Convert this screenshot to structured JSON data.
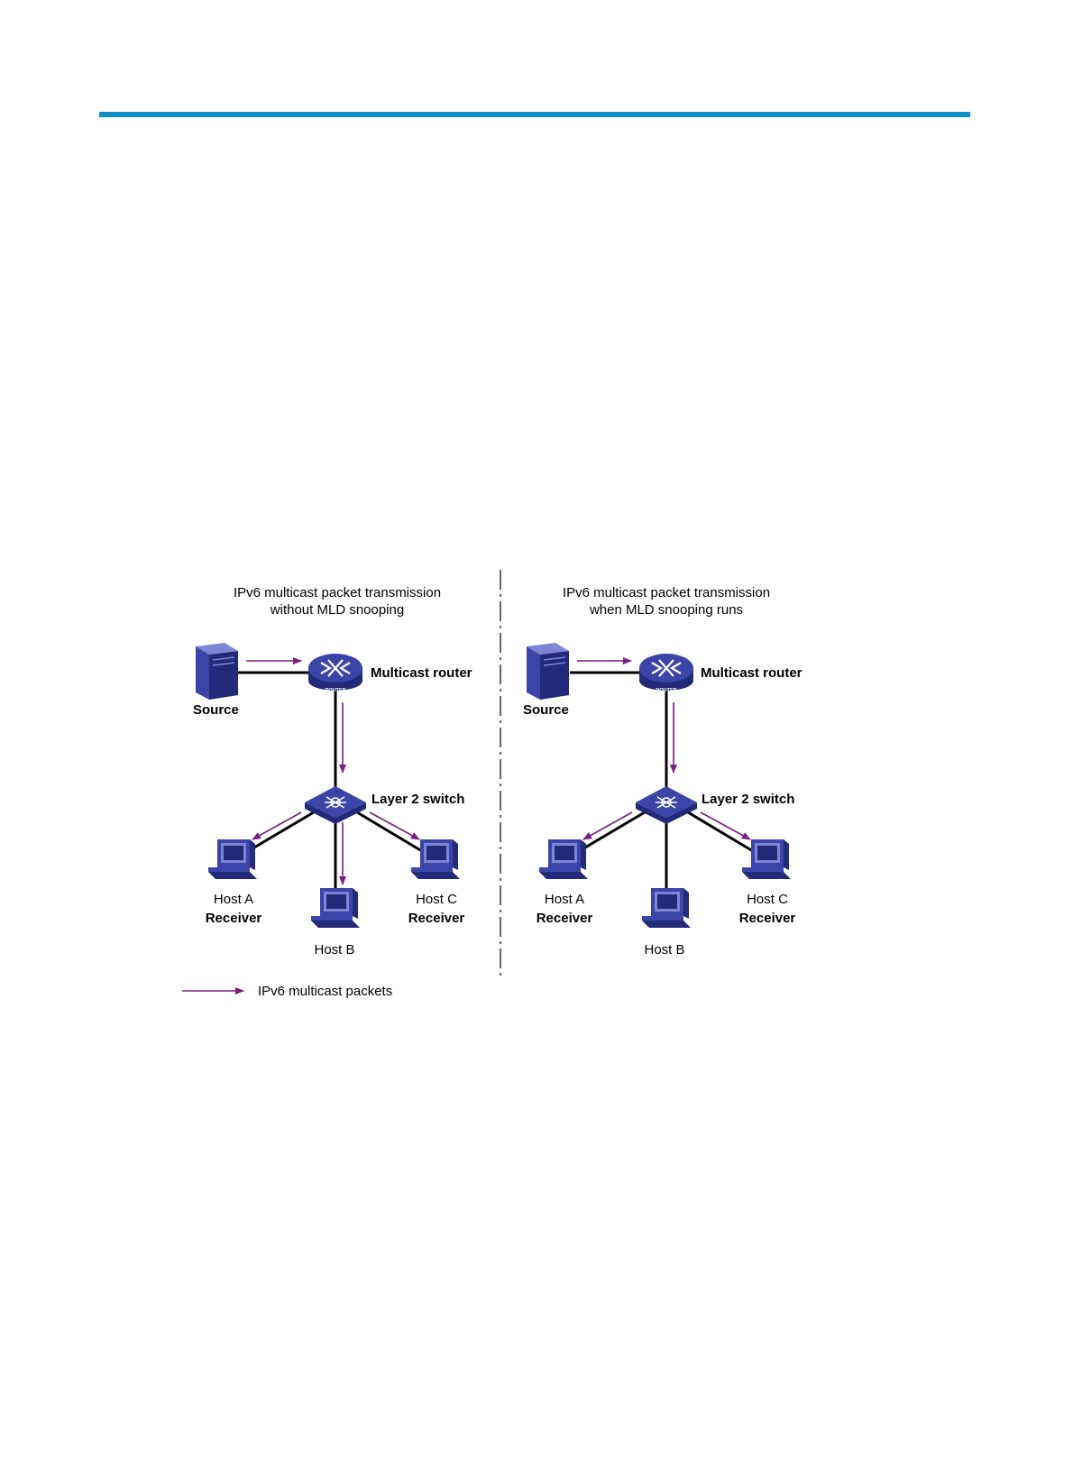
{
  "colors": {
    "rule": "#0f91c7",
    "arrow": "#7a1f80",
    "device": "#3b45a8",
    "device_dark": "#222a7a",
    "device_light": "#7d85d6",
    "line": "#000000"
  },
  "panels": [
    {
      "title_line1": "IPv6 multicast packet transmission",
      "title_line2": "without MLD snooping",
      "source_label": "Source",
      "router_label": "Multicast router",
      "router_badge": "ROUTER",
      "switch_label": "Layer 2 switch",
      "host_a_name": "Host A",
      "host_a_role": "Receiver",
      "host_b_name": "Host B",
      "host_c_name": "Host C",
      "host_c_role": "Receiver"
    },
    {
      "title_line1": "IPv6 multicast packet transmission",
      "title_line2": "when MLD snooping runs",
      "source_label": "Source",
      "router_label": "Multicast router",
      "router_badge": "ROUTER",
      "switch_label": "Layer 2 switch",
      "host_a_name": "Host A",
      "host_a_role": "Receiver",
      "host_b_name": "Host B",
      "host_c_name": "Host C",
      "host_c_role": "Receiver"
    }
  ],
  "legend": {
    "label": "IPv6 multicast packets"
  }
}
